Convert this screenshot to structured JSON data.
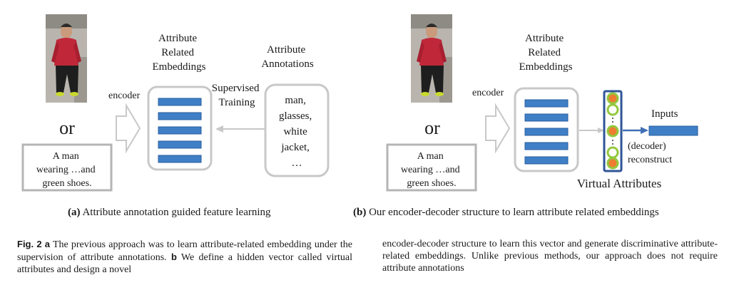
{
  "panel_a": {
    "photo_label": "person-photo",
    "or_text": "or",
    "encoder_label": "encoder",
    "text_box_lines": [
      "A man",
      "wearing …and",
      "green shoes."
    ],
    "embeddings_title": [
      "Attribute",
      "Related",
      "Embeddings"
    ],
    "supervised_label": [
      "Supervised",
      "Training"
    ],
    "annotations_title": [
      "Attribute",
      "Annotations"
    ],
    "annotation_lines": [
      "man,",
      "glasses,",
      "white",
      "jacket,",
      "…"
    ],
    "caption_tag": "(a)",
    "caption_text": "Attribute annotation guided feature learning"
  },
  "panel_b": {
    "or_text": "or",
    "encoder_label": "encoder",
    "text_box_lines": [
      "A man",
      "wearing …and",
      "green shoes."
    ],
    "embeddings_title": [
      "Attribute",
      "Related",
      "Embeddings"
    ],
    "inputs_label": "Inputs",
    "decoder_label": [
      "(decoder)",
      "reconstruct"
    ],
    "virtual_label": "Virtual Attributes",
    "caption_tag": "(b)",
    "caption_text": "Our encoder-decoder structure to learn attribute related embeddings"
  },
  "figure_caption": {
    "fig_label": "Fig. 2",
    "part_a": "a",
    "text_a": "The previous approach was to learn attribute-related embedding under the supervision of attribute annotations.",
    "part_b": "b",
    "text_b_left": "We define a hidden vector called virtual attributes and design a novel",
    "text_right": "encoder-decoder structure to learn this vector and generate discriminative attribute-related embeddings. Unlike previous methods, our approach does not require attribute annotations"
  },
  "colors": {
    "embedding_bar": "#3f7fc6",
    "embedding_bar_stroke": "#2a5f9e",
    "box_stroke": "#c8c8c8",
    "virtual_box": "#2f5597",
    "node_green": "#92c83e",
    "node_orange": "#ed7d31",
    "jacket_red": "#c0283a"
  }
}
